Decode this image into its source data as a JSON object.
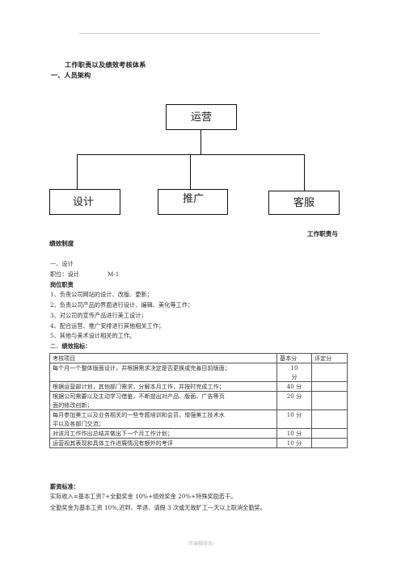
{
  "document": {
    "title": "工作职责以及绩效考核体系",
    "section1": "一、人员架构",
    "org": {
      "top": "运营",
      "children": [
        "设计",
        "推广",
        "客服"
      ]
    },
    "heading_right": "工作职责与",
    "heading_left": "绩效制度",
    "subsection": "一、设计",
    "position": "职位：设计",
    "code": "M-1",
    "duties_title": "岗位职责",
    "duties": [
      "1、负责公司网站的设计、改版、更新；",
      "2、负责公司产品的界面进行设计、编辑、美化等工作；",
      "3、对公司的宣传产品进行美工设计；",
      "4、配合运营、推广安排进行其他相关工作；",
      "5、其他与美术设计相关的工作。"
    ],
    "kpi_title_num": "二、",
    "kpi_title": "绩效指标：",
    "kpi_table": {
      "headers": [
        "考核项目",
        "基本分",
        "评定分"
      ],
      "rows": [
        [
          "每个月一个整体版面设计，并根据需求决定是否更换或完善目前版面；",
          "10\n分",
          ""
        ],
        [
          "根据运营部计划，其他部门需求，分解本月工作，并按时完成工作；",
          "40 分",
          ""
        ],
        [
          "根据公司需要以及主动学习借鉴，不断提出对产品、版面、广告等页\n面的修改创新；",
          "20 分",
          ""
        ],
        [
          "每月参加美工以及业务相关的一些专题培训和会员，增强美工技术水\n平以及各部门交流；",
          "10 分",
          ""
        ],
        [
          "对该月工作作出总结并做出下一个月工作计划；",
          "10 分",
          ""
        ],
        [
          "运营视其表现和具体工作进展情况有额外的考评",
          "10 分",
          ""
        ]
      ]
    },
    "salary_title": "薪资标准：",
    "salary_lines": [
      "实际收入=基本工资7+全勤奖金 10%+绩效奖金 20%+特殊奖励若干。",
      "全勤奖金为基本工资 10%,迟到、早退、请假 3 次或无故旷工一天以上取消全勤奖。"
    ],
    "footer": "-可编辑修改-"
  }
}
